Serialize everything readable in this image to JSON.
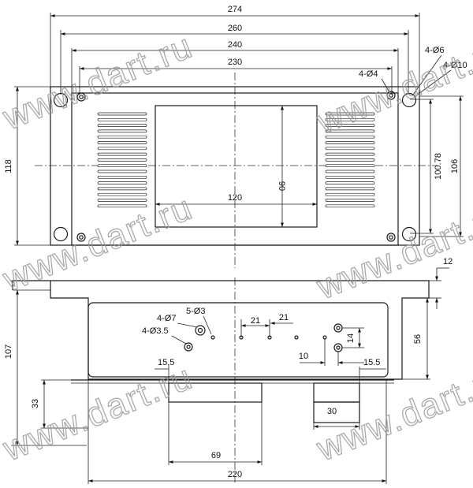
{
  "dimensions": {
    "top_view": {
      "overall_width": "274",
      "width_260": "260",
      "width_240": "240",
      "width_230": "230",
      "height_118": "118",
      "height_106": "106",
      "height_100_78": "100.78",
      "window_width": "120",
      "window_height": "90",
      "holes_d6": "4-Ø6",
      "holes_d10": "4-Ø10",
      "holes_d4": "4-Ø4"
    },
    "side_view": {
      "height_107": "107",
      "step_12": "12",
      "height_56": "56",
      "holes_d7": "4-Ø7",
      "holes_d3_5": "4-Ø3.5",
      "holes_d3": "5-Ø3",
      "spacing_21_a": "21",
      "spacing_21_b": "21",
      "spacing_10": "10",
      "spacing_14": "14",
      "offset_15_5_left": "15.5",
      "offset_15_5_right": "15.5",
      "height_33": "33",
      "width_30": "30",
      "width_69": "69",
      "width_220": "220"
    }
  },
  "watermark": "www.dart.ru"
}
